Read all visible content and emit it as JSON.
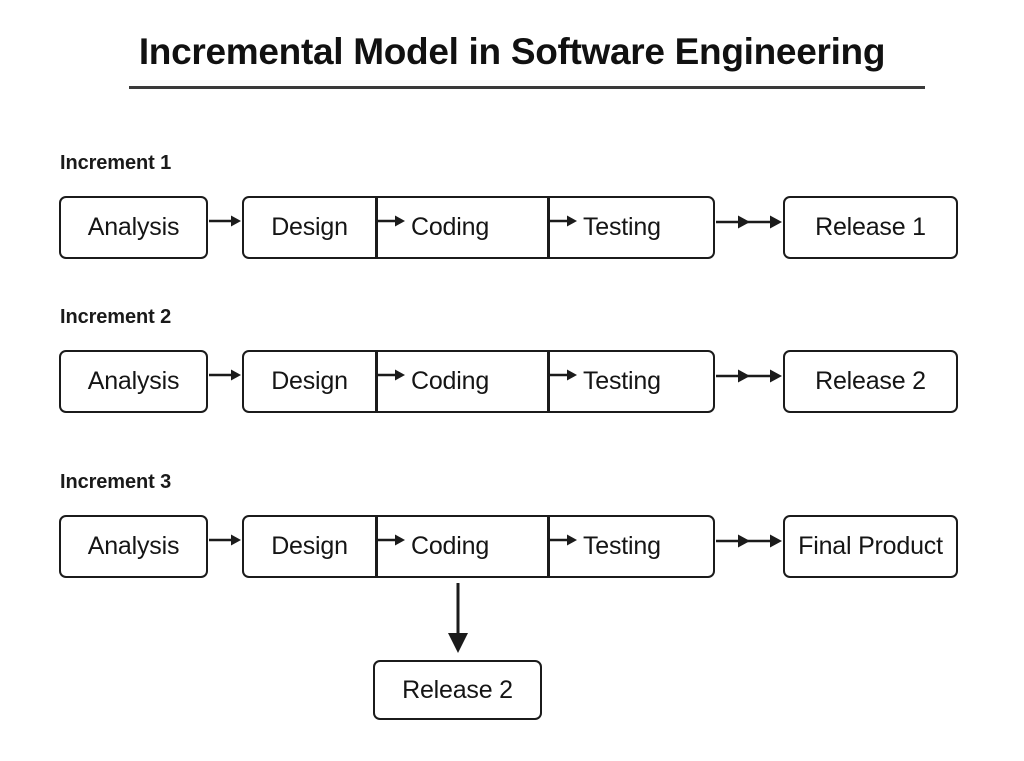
{
  "title": {
    "text": "Incremental Model in Software Engineering",
    "underline_color": "#3a3a3a"
  },
  "colors": {
    "stroke": "#1b1b1b",
    "text": "#151515",
    "background": "#ffffff"
  },
  "increments": [
    {
      "label": "Increment 1",
      "stages": {
        "analysis": "Analysis",
        "design": "Design",
        "coding": "Coding",
        "testing": "Testing"
      },
      "output": "Release 1"
    },
    {
      "label": "Increment 2",
      "stages": {
        "analysis": "Analysis",
        "design": "Design",
        "coding": "Coding",
        "testing": "Testing"
      },
      "output": "Release 2"
    },
    {
      "label": "Increment 3",
      "stages": {
        "analysis": "Analysis",
        "design": "Design",
        "coding": "Coding",
        "testing": "Testing"
      },
      "output": "Final Product",
      "branch_output": "Release 2"
    }
  ]
}
